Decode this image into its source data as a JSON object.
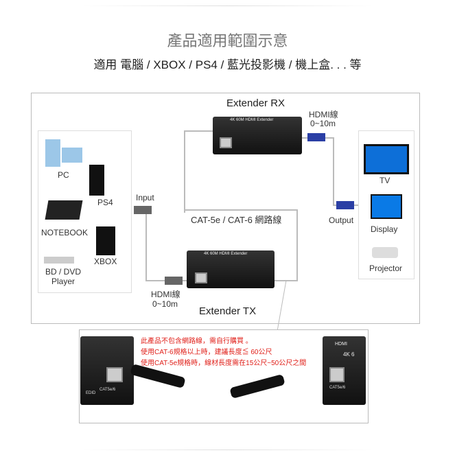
{
  "header": {
    "title": "產品適用範圍示意",
    "subtitle": "適用 電腦 / XBOX / PS4 / 藍光投影機 / 機上盒. . . 等"
  },
  "diagram": {
    "extender_rx": "Extender RX",
    "extender_tx": "Extender TX",
    "device_label": "4K 60M HDMI Extender",
    "hdmi_rx": "HDMI線",
    "hdmi_rx_len": "0~10m",
    "hdmi_tx": "HDMI線",
    "hdmi_tx_len": "0~10m",
    "cable": "CAT-5e / CAT-6  網路線",
    "input": "Input",
    "output": "Output",
    "sources": [
      "PC",
      "PS4",
      "NOTEBOOK",
      "XBOX",
      "BD / DVD Player"
    ],
    "displays": [
      "TV",
      "Display",
      "Projector"
    ]
  },
  "notes": {
    "lines": [
      "此產品不包含網路線，需自行購買 。",
      "使用CAT-6規格以上時，建議長度≦ 60公尺",
      "使用CAT-5e規格時，線材長度需在15公尺~50公尺之間"
    ],
    "port_left": "EDID",
    "port_left2": "CAT5e/6",
    "port_right": "CAT5e/6",
    "hdmi_logo": "HDMI",
    "text_4k": "4K 6"
  }
}
